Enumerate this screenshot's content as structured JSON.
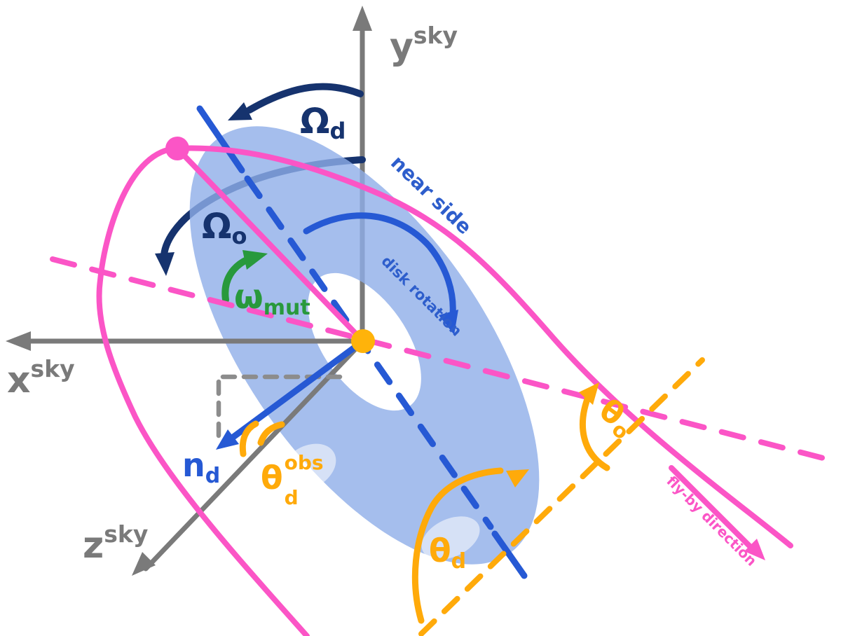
{
  "colors": {
    "gray": "#7a7a7a",
    "gray_dash": "#8c8c8c",
    "navy": "#16336e",
    "blue": "#2659d4",
    "blue_text": "#2e5ecc",
    "disk_fill": "#8faee8",
    "pink": "#fb55c6",
    "orange": "#ffaa0a",
    "orange_dot": "#ffb30a",
    "green": "#28993c",
    "pale_patch": "#ffffff"
  },
  "axes": {
    "x": {
      "main": "x",
      "sup": "sky"
    },
    "y": {
      "main": "y",
      "sup": "sky"
    },
    "z": {
      "main": "z",
      "sup": "sky"
    }
  },
  "labels": {
    "omega_d": {
      "main": "Ω",
      "sub": "d"
    },
    "omega_o": {
      "main": "Ω",
      "sub": "o"
    },
    "omega_mut": {
      "main": "ω",
      "sub": "mut"
    },
    "n_d": {
      "main": "n",
      "sub": "d"
    },
    "theta_d": {
      "main": "θ",
      "sub": "d"
    },
    "theta_o": {
      "main": "θ",
      "sub": "o"
    },
    "theta_d_obs": {
      "main": "θ",
      "sup": "obs",
      "sub": "d"
    }
  },
  "annotations": {
    "near_side": "near side",
    "disk_rotation": "disk rotation",
    "fly_by": "fly-by direction"
  }
}
